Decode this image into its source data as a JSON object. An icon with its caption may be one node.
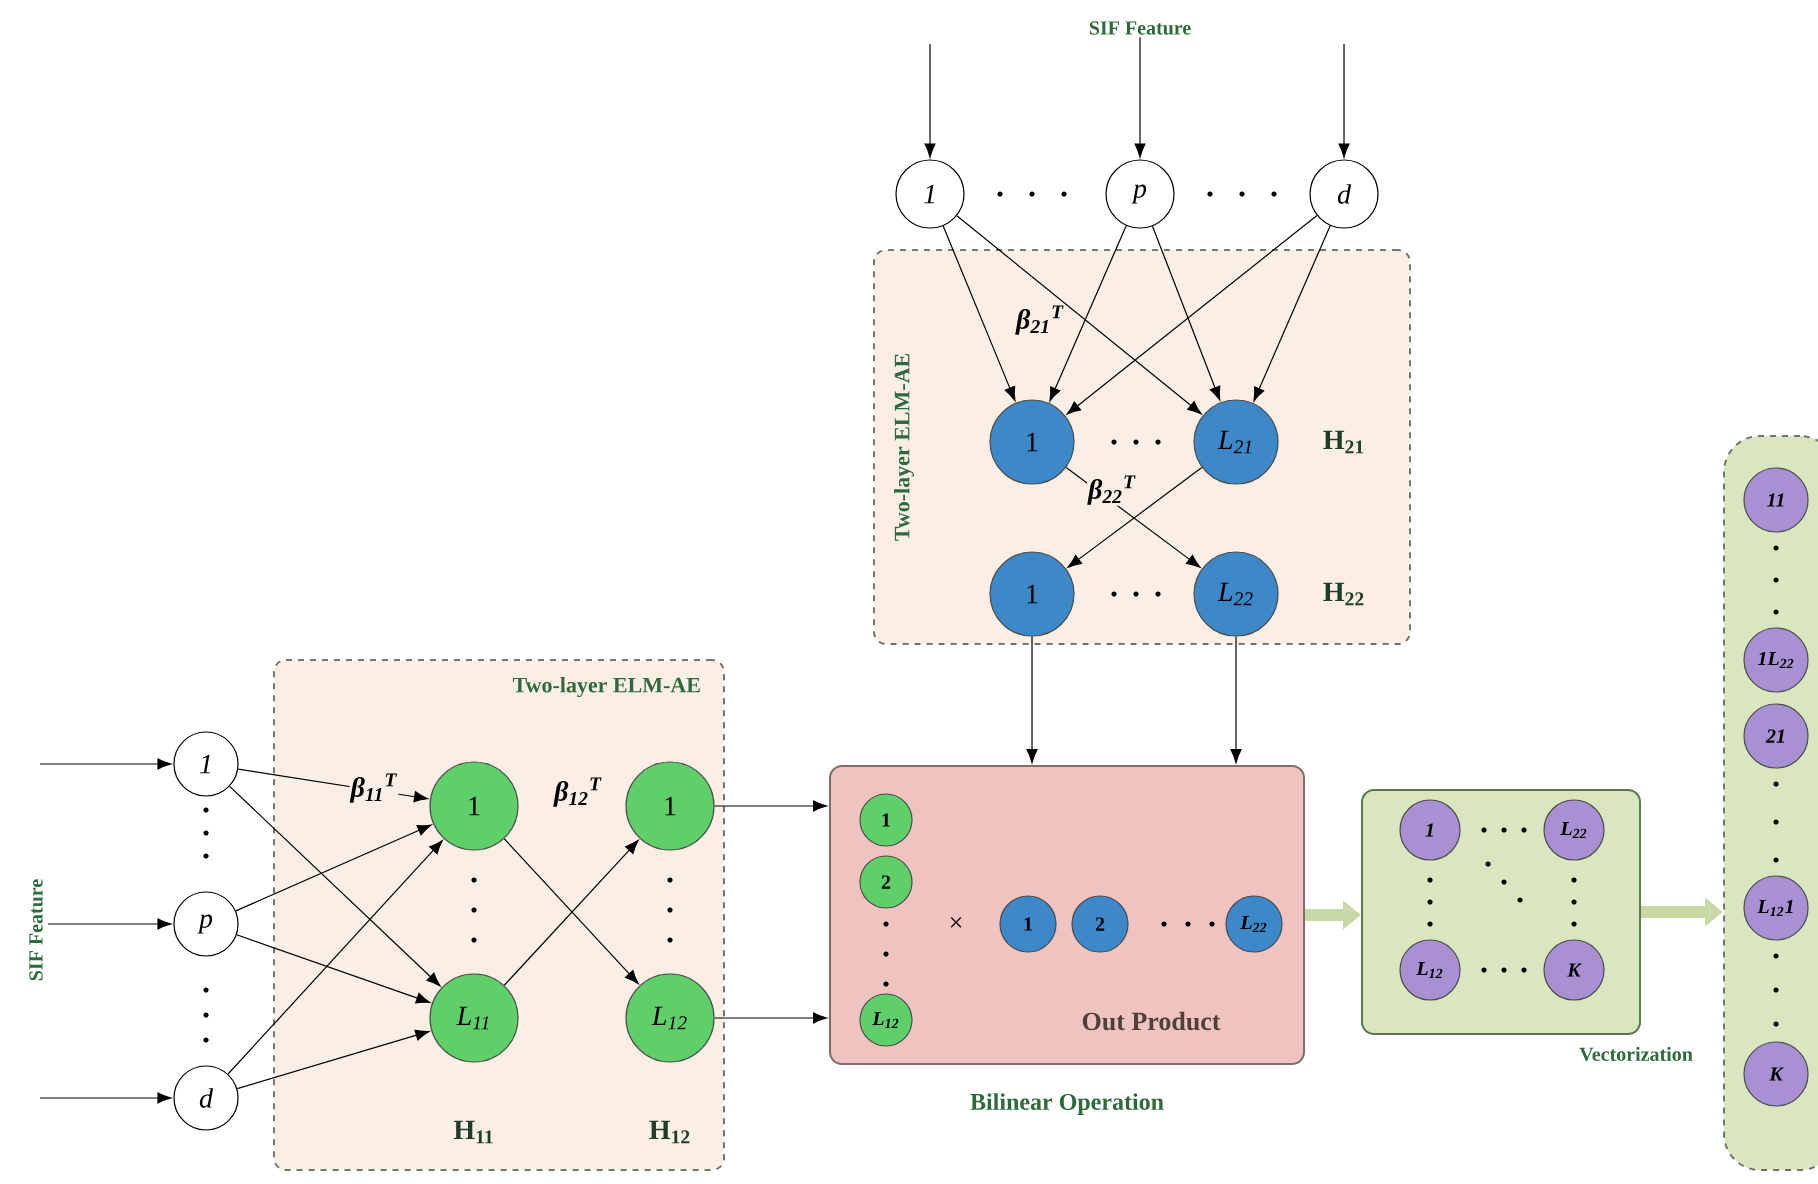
{
  "diagram": {
    "nodes": [
      {
        "text": [
          "Two-layer ELM-AE"
        ]
      },
      {
        "text": [
          "1"
        ]
      },
      {
        "text": [
          "p"
        ]
      },
      {
        "text": [
          "d"
        ]
      },
      {
        "text": [
          "1"
        ],
        "in": 0
      },
      {
        "text": [
          "L$_{11}$"
        ],
        "in": 0
      },
      {
        "text": [
          "1"
        ],
        "in": 0
      },
      {
        "text": [
          "L$_{12}$"
        ],
        "in": 0
      },
      {
        "text": [
          "Two-layer ELM-AE"
        ]
      },
      {
        "text": [
          "1"
        ]
      },
      {
        "text": [
          "p"
        ]
      },
      {
        "text": [
          "d"
        ]
      },
      {
        "text": [
          "1"
        ],
        "in": 8
      },
      {
        "text": [
          "L$_{21}$"
        ],
        "in": 8
      },
      {
        "text": [
          "1"
        ],
        "in": 8
      },
      {
        "text": [
          "L$_{22}$"
        ],
        "in": 8
      },
      {
        "text": [
          "Out Product",
          "Bilinear Operation"
        ]
      },
      {
        "text": [
          "1"
        ],
        "in": 16
      },
      {
        "text": [
          "2"
        ],
        "in": 16
      },
      {
        "text": [
          "L$_{12}$"
        ],
        "in": 16
      },
      {
        "text": [
          "1"
        ],
        "in": 16
      },
      {
        "text": [
          "2"
        ],
        "in": 16
      },
      {
        "text": [
          "L$_{22}$"
        ],
        "in": 16
      },
      {
        "text": [],
        "shape": "box"
      },
      {
        "text": [
          "1"
        ],
        "in": 23
      },
      {
        "text": [
          "L$_{22}$"
        ],
        "in": 23
      },
      {
        "text": [
          "L$_{12}$"
        ],
        "in": 23
      },
      {
        "text": [
          "K"
        ],
        "in": 23
      },
      {
        "text": [],
        "shape": "box"
      },
      {
        "text": [
          "11"
        ],
        "in": 28
      },
      {
        "text": [
          "1L$_{22}$"
        ],
        "in": 28
      },
      {
        "text": [
          "21"
        ],
        "in": 28
      },
      {
        "text": [
          "L$_{12}$1"
        ],
        "in": 28
      },
      {
        "text": [
          "K"
        ],
        "in": 28
      },
      {
        "text": [
          "SIF Feature"
        ]
      },
      {
        "text": [
          "SIF Feature"
        ]
      }
    ],
    "edges": [
      {
        "from": null,
        "to": 1,
        "arrow": "to"
      },
      {
        "from": 34,
        "to": 2,
        "arrow": "to"
      },
      {
        "from": null,
        "to": 3,
        "arrow": "to"
      },
      {
        "from": 1,
        "to": 4,
        "arrow": "to"
      },
      {
        "from": 1,
        "to": 5,
        "arrow": "to"
      },
      {
        "from": 2,
        "to": 4,
        "arrow": "to"
      },
      {
        "from": 2,
        "to": 5,
        "arrow": "to"
      },
      {
        "from": 3,
        "to": 4,
        "arrow": "to"
      },
      {
        "from": 3,
        "to": 5,
        "arrow": "to"
      },
      {
        "from": 4,
        "to": 7,
        "arrow": "to"
      },
      {
        "from": 5,
        "to": 6,
        "arrow": "to"
      },
      {
        "from": 6,
        "to": 16,
        "arrow": "to"
      },
      {
        "from": 7,
        "to": 16,
        "arrow": "to"
      },
      {
        "from": null,
        "to": 9,
        "arrow": "to"
      },
      {
        "from": 35,
        "to": 10,
        "arrow": "to"
      },
      {
        "from": null,
        "to": 11,
        "arrow": "to"
      },
      {
        "from": 9,
        "to": 12,
        "arrow": "to"
      },
      {
        "from": 9,
        "to": 13,
        "arrow": "to"
      },
      {
        "from": 10,
        "to": 12,
        "arrow": "to"
      },
      {
        "from": 10,
        "to": 13,
        "arrow": "to"
      },
      {
        "from": 11,
        "to": 12,
        "arrow": "to"
      },
      {
        "from": 11,
        "to": 13,
        "arrow": "to"
      },
      {
        "from": 12,
        "to": 15,
        "arrow": "to"
      },
      {
        "from": 13,
        "to": 14,
        "arrow": "to"
      },
      {
        "from": 14,
        "to": 16,
        "arrow": "to"
      },
      {
        "from": 15,
        "to": 16,
        "arrow": "to"
      },
      {
        "from": 16,
        "to": 23,
        "arrow": "to",
        "style": "thick",
        "color": "#c9d9a6"
      },
      {
        "from": 23,
        "to": 28,
        "arrow": "to",
        "style": "thick",
        "color": "#c9d9a6"
      }
    ],
    "labels": [
      "β$_{11}$$^{T}$",
      "β$_{12}$$^{T}$",
      "β$_{21}$$^{T}$",
      "β$_{22}$$^{T}$",
      "H$_{11}$",
      "H$_{12}$",
      "H$_{21}$",
      "H$_{22}$",
      "×",
      "Vectorization"
    ]
  }
}
